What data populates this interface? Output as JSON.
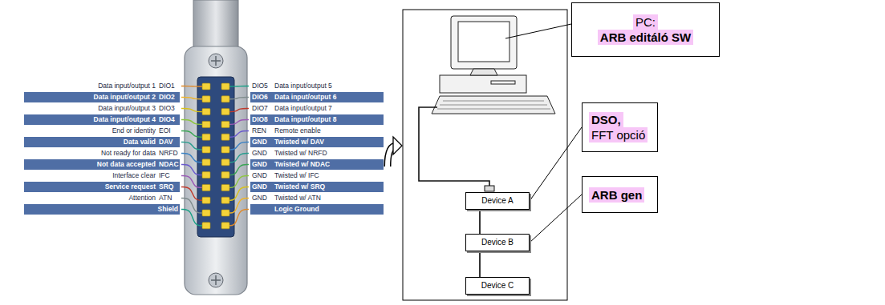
{
  "diagram": {
    "nodes": [
      {
        "text": [
          "PC:",
          "ARB editáló SW"
        ]
      },
      {
        "text": [
          "DSO,",
          "FFT opció"
        ]
      },
      {
        "text": [
          "ARB gen"
        ]
      },
      {
        "text": [
          "Device A"
        ]
      },
      {
        "text": [
          "Device B"
        ]
      },
      {
        "text": [
          "Device C"
        ]
      }
    ],
    "edges": [
      {
        "from": 1,
        "to": 3,
        "arrow": "none"
      },
      {
        "from": 2,
        "to": 4,
        "arrow": "none"
      },
      {
        "from": 3,
        "to": 4,
        "arrow": "none"
      },
      {
        "from": 4,
        "to": 5,
        "arrow": "none"
      }
    ],
    "labels": [
      "Data input/output 1",
      "DIO1",
      "Data input/output 2",
      "DIO2",
      "Data input/output 3",
      "DIO3",
      "Data input/output 4",
      "DIO4",
      "End or identity",
      "EOI",
      "Data valid",
      "DAV",
      "Not ready for data",
      "NRFD",
      "Not data accepted",
      "NDAC",
      "Interface clear",
      "IFC",
      "Service request",
      "SRQ",
      "Attention",
      "ATN",
      "Shield",
      "DIO5",
      "Data input/output 5",
      "DIO6",
      "Data input/output 6",
      "DIO7",
      "Data input/output 7",
      "DIO8",
      "Data input/output 8",
      "REN",
      "Remote enable",
      "GND",
      "Twisted w/ DAV",
      "GND",
      "Twisted w/ NRFD",
      "GND",
      "Twisted w/ NDAC",
      "GND",
      "Twisted w/ IFC",
      "GND",
      "Twisted w/ SRQ",
      "GND",
      "Twisted w/ ATN",
      "Logic Ground"
    ]
  }
}
